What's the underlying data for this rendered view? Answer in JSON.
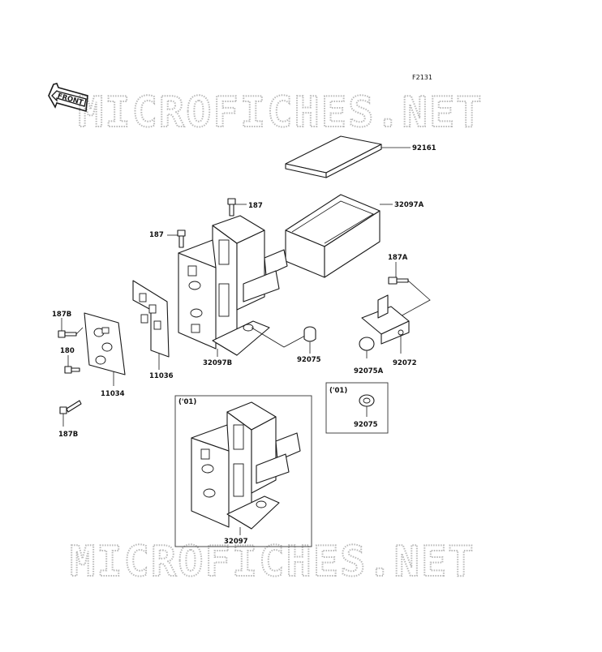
{
  "figure_code": "F2131",
  "front_label": "FRONT",
  "watermark": "MICROFICHES.NET",
  "variant_label": "('01)",
  "callouts": {
    "p92161": "92161",
    "p32097A": "32097A",
    "p187_top": "187",
    "p187_left": "187",
    "p187A": "187A",
    "p187B_top": "187B",
    "p180": "180",
    "p187B_bottom": "187B",
    "p11036": "11036",
    "p11034": "11034",
    "p32097B": "32097B",
    "p92075": "92075",
    "p92075A": "92075A",
    "p92072": "92072",
    "p32097": "32097",
    "p92075_inset": "92075"
  },
  "colors": {
    "line": "#1a1a1a",
    "watermark_stroke": "#b9b9b9",
    "background": "#ffffff"
  }
}
